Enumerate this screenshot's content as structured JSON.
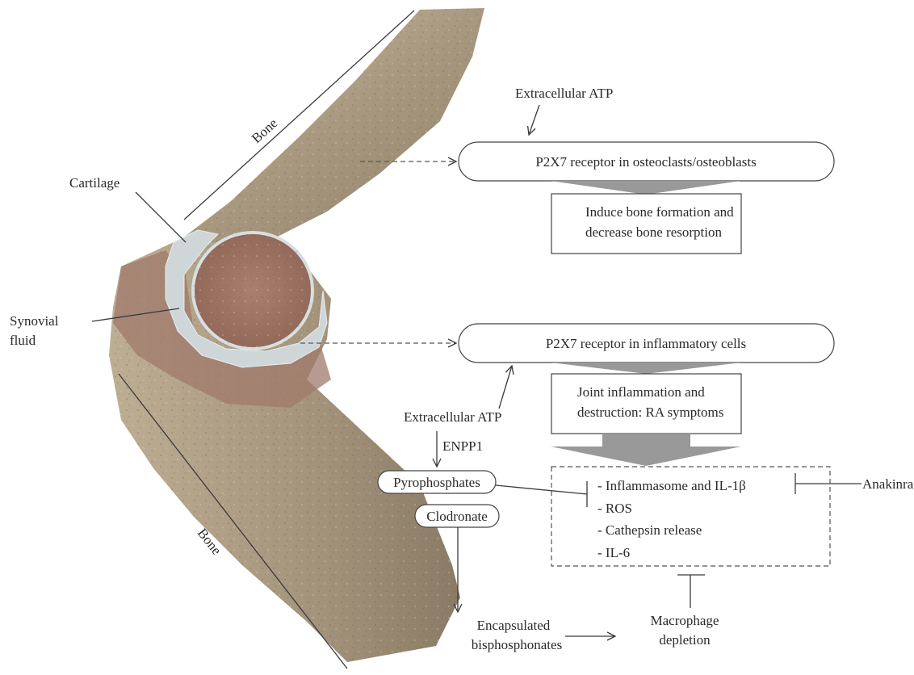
{
  "colors": {
    "bone_fill": "#a8987f",
    "bone_highlight": "#c9bba2",
    "marrow": "#a0756a",
    "cartilage": "#cfd6d8",
    "big_arrow": "#999999"
  },
  "anatomy": {
    "bone_top": "Bone",
    "bone_bottom": "Bone",
    "cartilage": "Cartilage",
    "synovial_line1": "Synovial",
    "synovial_line2": "fluid"
  },
  "flow": {
    "atp_top": "Extracellular ATP",
    "p2x7_bone": "P2X7 receptor in osteoclasts/osteoblasts",
    "bone_effect_line1": "Induce bone formation and",
    "bone_effect_line2": "decrease bone resorption",
    "p2x7_inflam": "P2X7 receptor in inflammatory cells",
    "inflam_effect_line1": "Joint inflammation and",
    "inflam_effect_line2": "destruction: RA symptoms",
    "atp_bottom": "Extracellular ATP",
    "enpp1": "ENPP1",
    "pyrophosphates": "Pyrophosphates",
    "clodronate": "Clodronate",
    "mediators": [
      "- Inflammasome and IL-1β",
      "- ROS",
      "- Cathepsin release",
      "- IL-6"
    ],
    "anakinra": "Anakinra",
    "encapsulated_line1": "Encapsulated",
    "encapsulated_line2": "bisphosphonates",
    "macrophage_line1": "Macrophage",
    "macrophage_line2": "depletion"
  }
}
